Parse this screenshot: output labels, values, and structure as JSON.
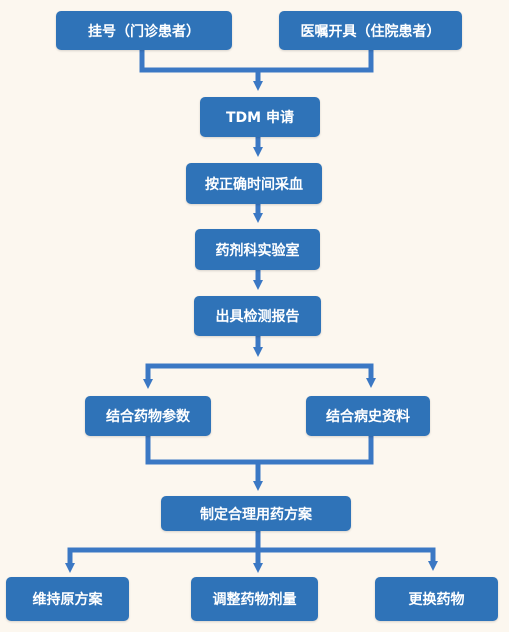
{
  "colors": {
    "background": "#fcf7ef",
    "box": "#2f73b8",
    "line": "#3b78c4",
    "text": "#ffffff"
  },
  "nodes": {
    "registration": "挂号（门诊患者）",
    "prescription": "医嘱开具（住院患者）",
    "tdm_request": "TDM 申请",
    "blood_sampling": "按正确时间采血",
    "pharmacy_lab": "药剂科实验室",
    "report": "出具检测报告",
    "pk_params": "结合药物参数",
    "medical_history": "结合病史资料",
    "regimen": "制定合理用药方案",
    "maintain": "维持原方案",
    "adjust_dose": "调整药物剂量",
    "change_drug": "更换药物"
  }
}
